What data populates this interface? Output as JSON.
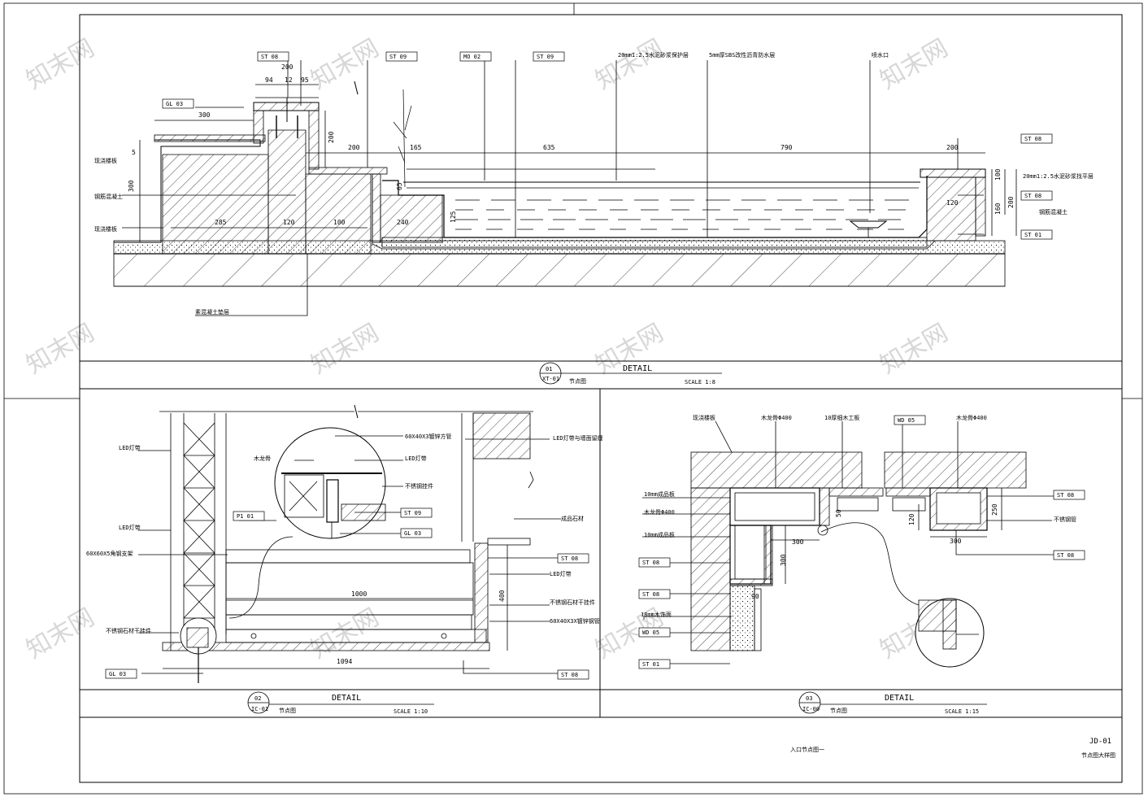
{
  "watermark": "知末网",
  "d1": {
    "number": "01",
    "ref": "XT-01",
    "title": "DETAIL",
    "subtitle": "节点图",
    "scale": "SCALE 1:8",
    "tags": {
      "st08a": "ST 08",
      "st09a": "ST 09",
      "mo02": "MO 02",
      "st09b": "ST 09",
      "gl03": "GL 03",
      "st08b": "ST 08",
      "st08c": "ST 08",
      "st01": "ST 01"
    },
    "notes": {
      "n1": "20mm1:2.5水泥砂浆保护层",
      "n2": "5mm厚SBS改性沥青防水层",
      "n3": "喷水口",
      "n4": "20mm1:2.5水泥砂浆找平层",
      "n5": "钢筋混凝土",
      "n6": "钢筋混凝土",
      "n7": "现浇楼板",
      "n8": "现浇楼板",
      "n9": "素混凝土垫层"
    },
    "dims": {
      "d200": "200",
      "d94": "94",
      "d12": "12",
      "d95": "95",
      "d300": "300",
      "d5": "5",
      "d300v": "300",
      "d200v": "200",
      "d200b": "200",
      "d165": "165",
      "d635": "635",
      "d790": "790",
      "d200c": "200",
      "d285": "285",
      "d120": "120",
      "d100": "100",
      "d65": "65",
      "d240": "240",
      "d125": "125",
      "d120b": "120",
      "d200r": "200",
      "d160": "160",
      "d100r": "100"
    }
  },
  "d2": {
    "number": "02",
    "ref": "IC-01",
    "title": "DETAIL",
    "subtitle": "节点图",
    "scale": "SCALE 1:10",
    "tags": {
      "p101": "P1 01",
      "st09": "ST 09",
      "gl03a": "GL 03",
      "st08a": "ST 08",
      "gl03b": "GL 03",
      "st08b": "ST 08"
    },
    "notes": {
      "n1": "LED灯带",
      "n2": "LED灯带",
      "n3": "60X60X5角钢支架",
      "n4": "不锈钢石材干挂件",
      "n5": "60X40X3镀锌方管",
      "n6": "木龙骨",
      "n7": "LED灯带",
      "n8": "LED灯带与墙面留缝",
      "n9": "成品石材",
      "n10": "LED灯带",
      "n11": "不锈钢石材干挂件",
      "n12": "60X40X3X镀锌钢管",
      "n13": "不锈钢挂件"
    },
    "dims": {
      "d1000": "1000",
      "d1094": "1094",
      "d400": "400"
    }
  },
  "d3": {
    "number": "03",
    "ref": "IC-00",
    "title": "DETAIL",
    "subtitle": "节点图",
    "scale": "SCALE 1:15",
    "tags": {
      "wd05a": "WD 05",
      "st08a": "ST 08",
      "st08b": "ST 08",
      "st08c": "ST 08",
      "st08d": "ST 08",
      "wd05b": "WD 05",
      "st01": "ST 01"
    },
    "notes": {
      "n1": "现浇楼板",
      "n2": "木龙骨Φ400",
      "n3": "10厚细木工板",
      "n4": "木龙骨Φ400",
      "n5": "10mm成品板",
      "n6": "木龙骨Φ400",
      "n7": "10mm成品板",
      "n8": "18mm木饰面",
      "n9": "不锈钢管"
    },
    "dims": {
      "d300": "300",
      "d300v": "300",
      "d250": "250",
      "d120": "120",
      "d300r": "300",
      "d50": "50",
      "d90": "90"
    }
  },
  "footer": {
    "sheet_title": "入口节点图一",
    "sheet_no": "JD-01",
    "code": "节点图大样图"
  }
}
